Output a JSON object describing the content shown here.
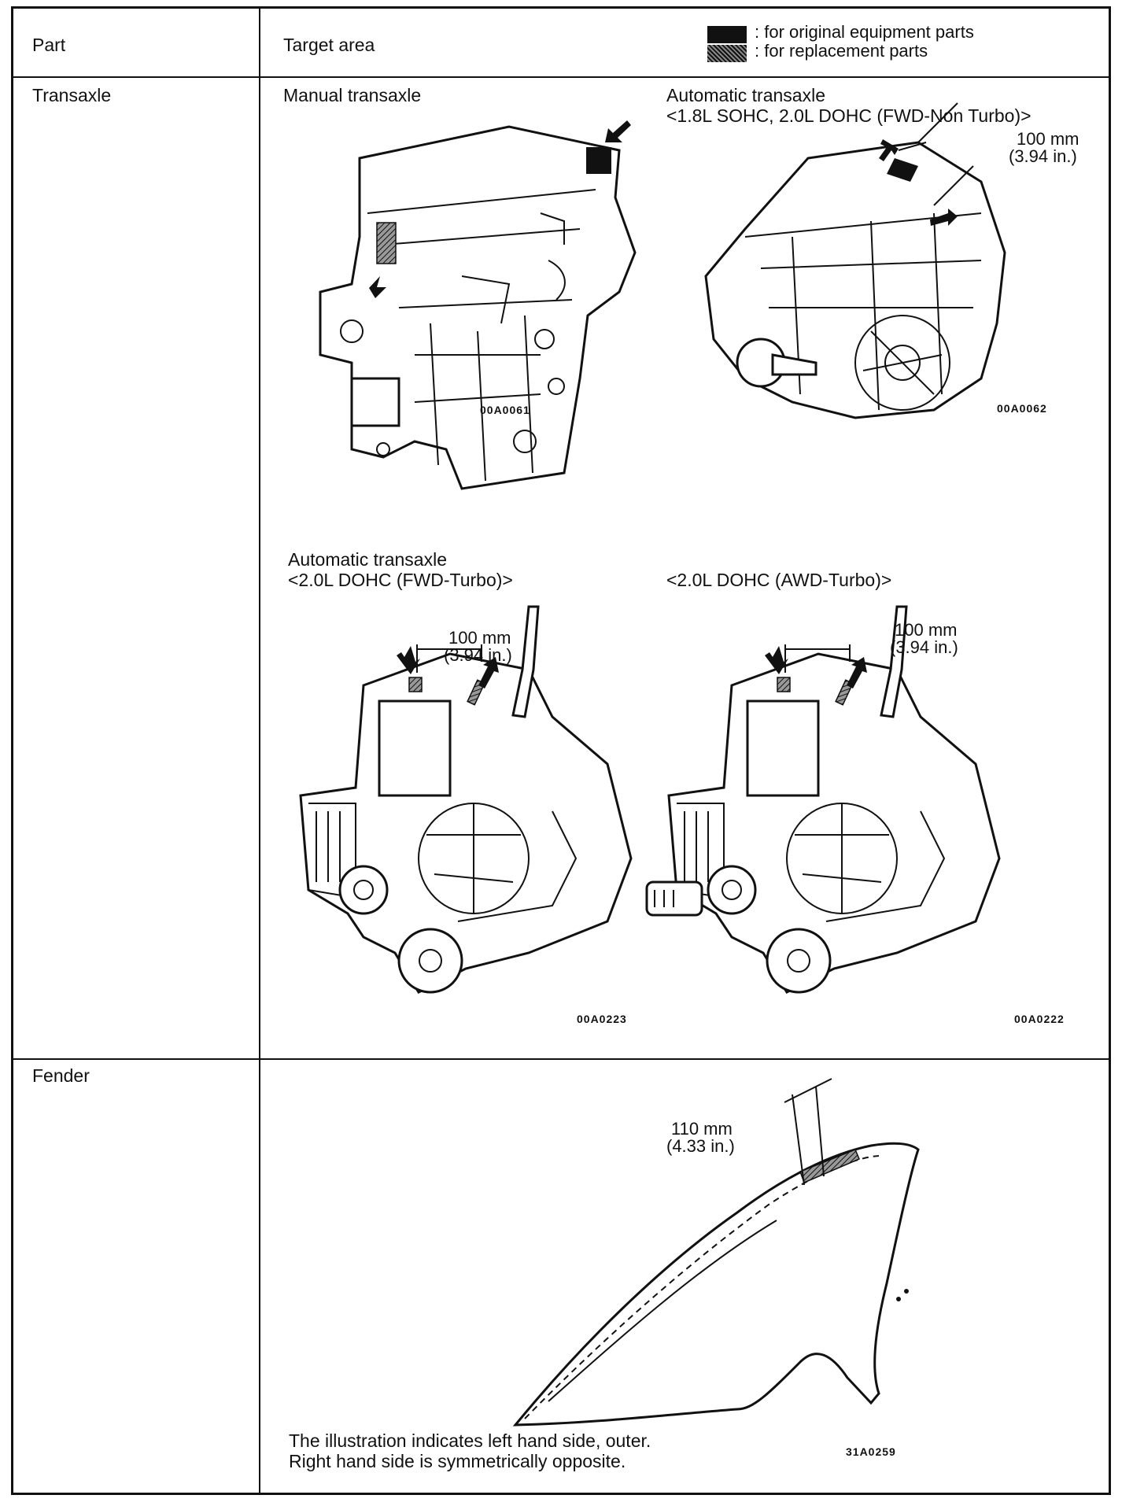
{
  "header": {
    "part": "Part",
    "target_area": "Target area",
    "legend_original": ": for original equipment parts",
    "legend_replacement": ": for replacement parts"
  },
  "rows": [
    {
      "part": "Transaxle",
      "figures": [
        {
          "caption_1": "Manual transaxle",
          "caption_2": "",
          "code": "00A0061"
        },
        {
          "caption_1": "Automatic transaxle",
          "caption_2": "<1.8L SOHC, 2.0L DOHC (FWD-Non Turbo)>",
          "dimension_1": "100 mm",
          "dimension_2": "(3.94 in.)",
          "code": "00A0062"
        },
        {
          "caption_1": "Automatic transaxle",
          "caption_2": "<2.0L DOHC (FWD-Turbo)>",
          "dimension_1": "100 mm",
          "dimension_2": "(3.94 in.)",
          "code": "00A0223"
        },
        {
          "caption_1": "",
          "caption_2": "<2.0L DOHC (AWD-Turbo)>",
          "dimension_1": "100 mm",
          "dimension_2": "(3.94 in.)",
          "code": "00A0222"
        }
      ]
    },
    {
      "part": "Fender",
      "figures": [
        {
          "dimension_1": "110 mm",
          "dimension_2": "(4.33 in.)",
          "note_1": "The illustration indicates left hand side, outer.",
          "note_2": "Right hand side is symmetrically opposite.",
          "code": "31A0259"
        }
      ]
    }
  ]
}
